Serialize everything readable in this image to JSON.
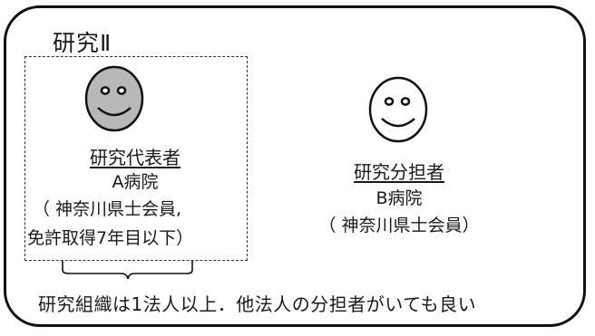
{
  "title": "研究Ⅱ",
  "left": {
    "role": "研究代表者",
    "hospital": "A病院",
    "detail_line1": "（ 神奈川県士会員,",
    "detail_line2": "免許取得7年目以下）"
  },
  "right": {
    "role": "研究分担者",
    "hospital": "B病院",
    "detail_line1": "（ 神奈川県士会員）"
  },
  "footer": "研究組織は1法人以上．他法人の分担者がいても良い",
  "colors": {
    "leader_face_fill": "#b8b8b8",
    "member_face_fill": "#ffffff",
    "stroke": "#111111"
  },
  "icons": {
    "leader": "smiley-face-icon",
    "member": "smiley-face-icon"
  }
}
